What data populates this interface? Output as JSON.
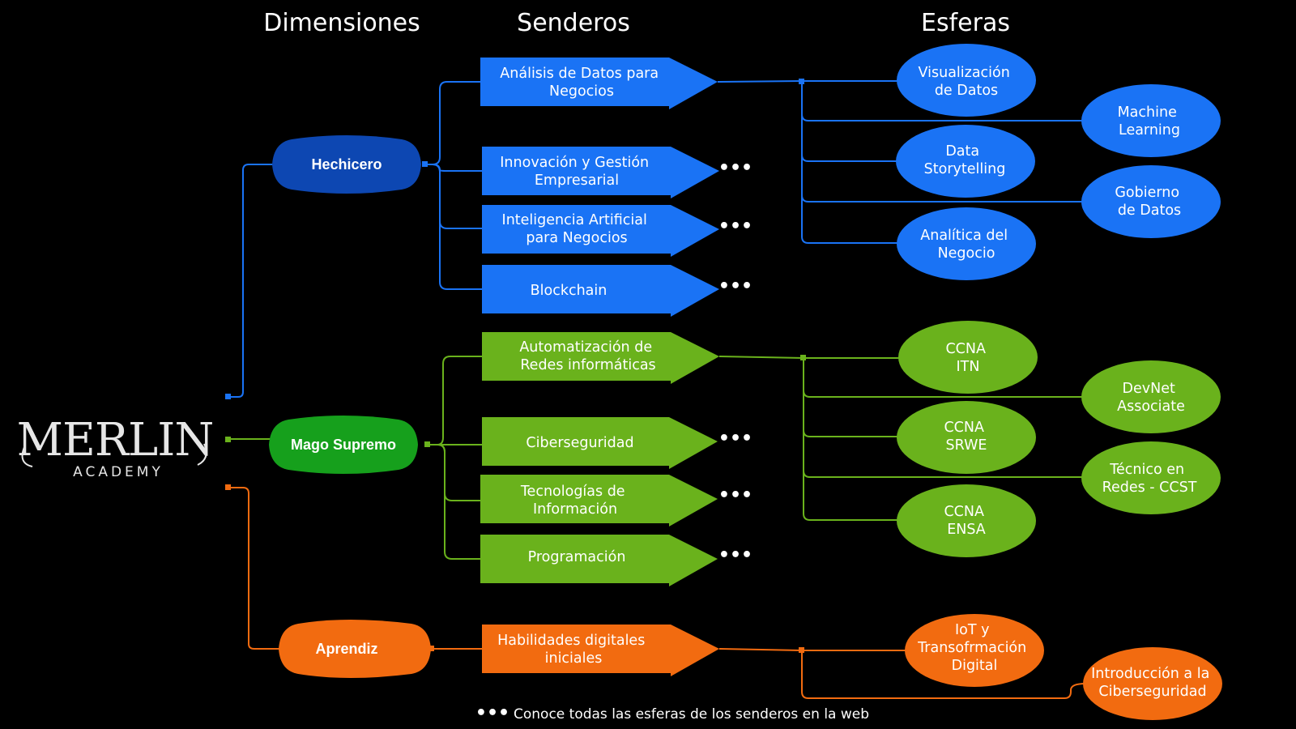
{
  "headers": {
    "dimensiones": "Dimensiones",
    "senderos": "Senderos",
    "esferas": "Esferas"
  },
  "logo": {
    "main": "MERLIN",
    "sub": "ACADEMY"
  },
  "colors": {
    "blue": "#1a73f5",
    "blue_dark": "#0d47b2",
    "green": "#6ab21c",
    "green_dark": "#16a01c",
    "orange": "#f26b10",
    "background": "#000000"
  },
  "dimensions": {
    "hechicero": "Hechicero",
    "mago": "Mago Supremo",
    "aprendiz": "Aprendiz"
  },
  "paths": {
    "hechicero": [
      [
        "Análisis de Datos para",
        "Negocios"
      ],
      [
        "Innovación y Gestión",
        "Empresarial"
      ],
      [
        "Inteligencia Artificial",
        "para Negocios"
      ],
      [
        "Blockchain"
      ]
    ],
    "mago": [
      [
        "Automatización de",
        "Redes informáticas"
      ],
      [
        "Ciberseguridad"
      ],
      [
        "Tecnologías de",
        "Información"
      ],
      [
        "Programación"
      ]
    ],
    "aprendiz": [
      [
        "Habilidades digitales",
        "iniciales"
      ]
    ]
  },
  "spheres": {
    "hechicero": [
      [
        "Visualización",
        "de Datos"
      ],
      [
        "Machine",
        "Learning"
      ],
      [
        "Data",
        "Storytelling"
      ],
      [
        "Gobierno",
        "de Datos"
      ],
      [
        "Analítica del",
        "Negocio"
      ]
    ],
    "mago": [
      [
        "CCNA",
        "ITN"
      ],
      [
        "DevNet",
        "Associate"
      ],
      [
        "CCNA",
        "SRWE"
      ],
      [
        "Técnico en",
        "Redes - CCST"
      ],
      [
        "CCNA",
        "ENSA"
      ]
    ],
    "aprendiz": [
      [
        "IoT y",
        "Transofrmación",
        "Digital"
      ],
      [
        "Introducción a la",
        "Ciberseguridad"
      ]
    ]
  },
  "more_marker": "•••",
  "footer": {
    "marker": "•••",
    "text": "Conoce todas las esferas de los senderos en la web"
  }
}
